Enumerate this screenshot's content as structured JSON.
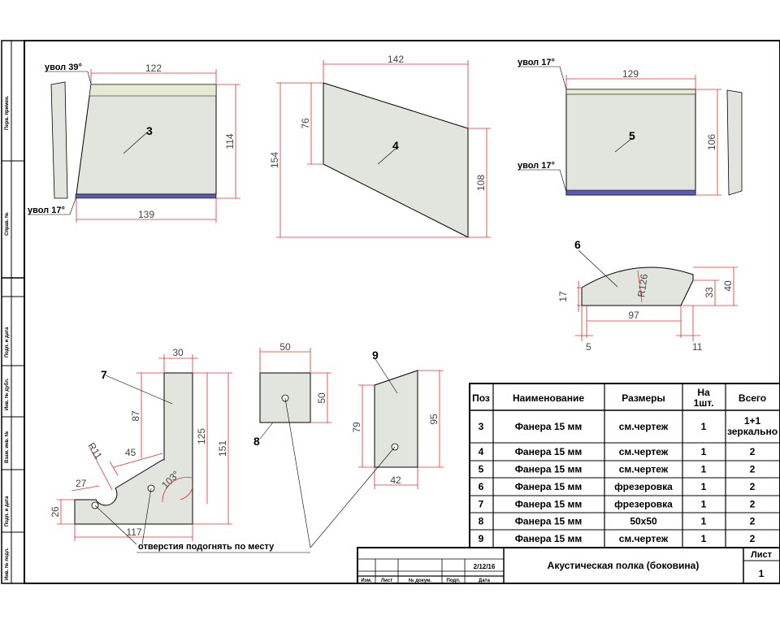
{
  "colors": {
    "part_fill": "#e2e4de",
    "band_fill": "#5a5ab4",
    "band_light": "#e6ead2",
    "dim_line": "#e03030",
    "outline": "#000000"
  },
  "drawing": {
    "part3": {
      "pos": "3",
      "angle_top": "увол 39°",
      "angle_bottom": "увол 17°",
      "dim_top": "122",
      "dim_bottom": "139",
      "dim_right": "114"
    },
    "part4": {
      "pos": "4",
      "dim_top": "142",
      "dim_left_outer": "154",
      "dim_left_inner": "76",
      "dim_right": "108"
    },
    "part5": {
      "pos": "5",
      "angle_top": "увол 17°",
      "angle_bottom": "увол 17°",
      "dim_top": "129",
      "dim_right": "106"
    },
    "part6": {
      "pos": "6",
      "radius": "R126",
      "dim_left": "17",
      "dim_right_inner": "33",
      "dim_right_outer": "40",
      "dim_bottom": "97",
      "dim_left_offset": "5",
      "dim_right_offset": "11"
    },
    "part7": {
      "pos": "7",
      "dim_top": "30",
      "dim_left_vertical": "87",
      "dim_right_inner": "125",
      "dim_right_outer": "151",
      "radius": "R11",
      "dim_45": "45",
      "dim_27": "27",
      "dim_26": "26",
      "dim_bottom": "117",
      "angle": "103°"
    },
    "part8": {
      "pos": "8",
      "dim_top": "50",
      "dim_right": "50"
    },
    "part9": {
      "pos": "9",
      "dim_left": "79",
      "dim_right": "95",
      "dim_bottom": "42"
    },
    "note": "отверстия подогнять по месту"
  },
  "table": {
    "headers": [
      "Поз",
      "Наименование",
      "Размеры",
      "На 1шт.",
      "Всего"
    ],
    "rows": [
      [
        "3",
        "Фанера 15 мм",
        "см.чертеж",
        "1",
        "1+1 зеркально"
      ],
      [
        "4",
        "Фанера 15 мм",
        "см.чертеж",
        "1",
        "2"
      ],
      [
        "5",
        "Фанера 15 мм",
        "см.чертеж",
        "1",
        "2"
      ],
      [
        "6",
        "Фанера 15 мм",
        "фрезеровка",
        "1",
        "2"
      ],
      [
        "7",
        "Фанера 15 мм",
        "фрезеровка",
        "1",
        "2"
      ],
      [
        "8",
        "Фанера 15 мм",
        "50х50",
        "1",
        "2"
      ],
      [
        "9",
        "Фанера 15 мм",
        "см.чертеж",
        "1",
        "2"
      ]
    ]
  },
  "title_block": {
    "date": "2/12/16",
    "title": "Акустическая полка (боковина)",
    "sheet_label": "Лист",
    "sheet_number": "1",
    "cols": [
      "Изм.",
      "Лист",
      "№ докум.",
      "Подп.",
      "Дата"
    ]
  },
  "side_strip": [
    "Перв. примен.",
    "Справ. №",
    "Подп. и дата",
    "Инв. № дубл.",
    "Взам. инв. №",
    "Подп. и дата",
    "Инв. № подл."
  ]
}
